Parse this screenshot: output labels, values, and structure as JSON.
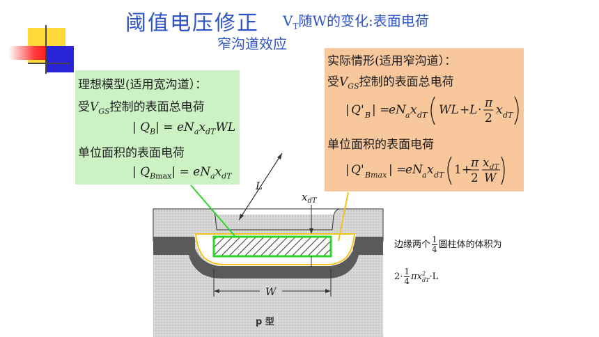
{
  "title": {
    "main": "阈值电压修正",
    "sub_prefix": "V",
    "sub_subscript": "T",
    "sub_rest": "随W的变化:表面电荷",
    "line2": "窄沟道效应"
  },
  "ideal": {
    "heading": "理想模型(适用宽沟道）：",
    "line1_prefix": "受",
    "line1_var": "V",
    "line1_sub": "GS",
    "line1_rest": "控制的表面总电荷",
    "formula": "| Q_B| = eN_a x_dT WL",
    "line3": "单位面积的表面电荷",
    "formula2": "| Q_Bmax| = eN_a x_dT"
  },
  "real": {
    "heading": "实际情形(适用窄沟道）：",
    "line1_prefix": "受",
    "line1_var": "V",
    "line1_sub": "GS",
    "line1_rest": "控制的表面总电荷",
    "formula": "|Q'_B| = eN_a x_dT (WL + L·π/2 x_dT)",
    "line3": "单位面积的表面电荷",
    "formula2": "|Q'_Bmax| = eN_a x_dT (1 + π/2 · x_dT/W)"
  },
  "diagram": {
    "label_L": "L",
    "label_xdT": "x",
    "label_xdT_sub": "dT",
    "label_W": "W",
    "label_substrate": "p 型"
  },
  "note": {
    "line1_prefix": "边缘两个",
    "frac_num": "1",
    "frac_den": "4",
    "line1_rest": "圆柱体的体积为",
    "f2_coef": "2·",
    "f2_rest": "πx",
    "f2_sub": "dT",
    "f2_sup": "2",
    "f2_tail": "·L"
  },
  "colors": {
    "title": "#2f54c4",
    "ideal_box": "#ccf2c4",
    "real_box": "#f9c79c",
    "green_outline": "#2bd52b",
    "yellow_outline": "#f4c21c"
  }
}
